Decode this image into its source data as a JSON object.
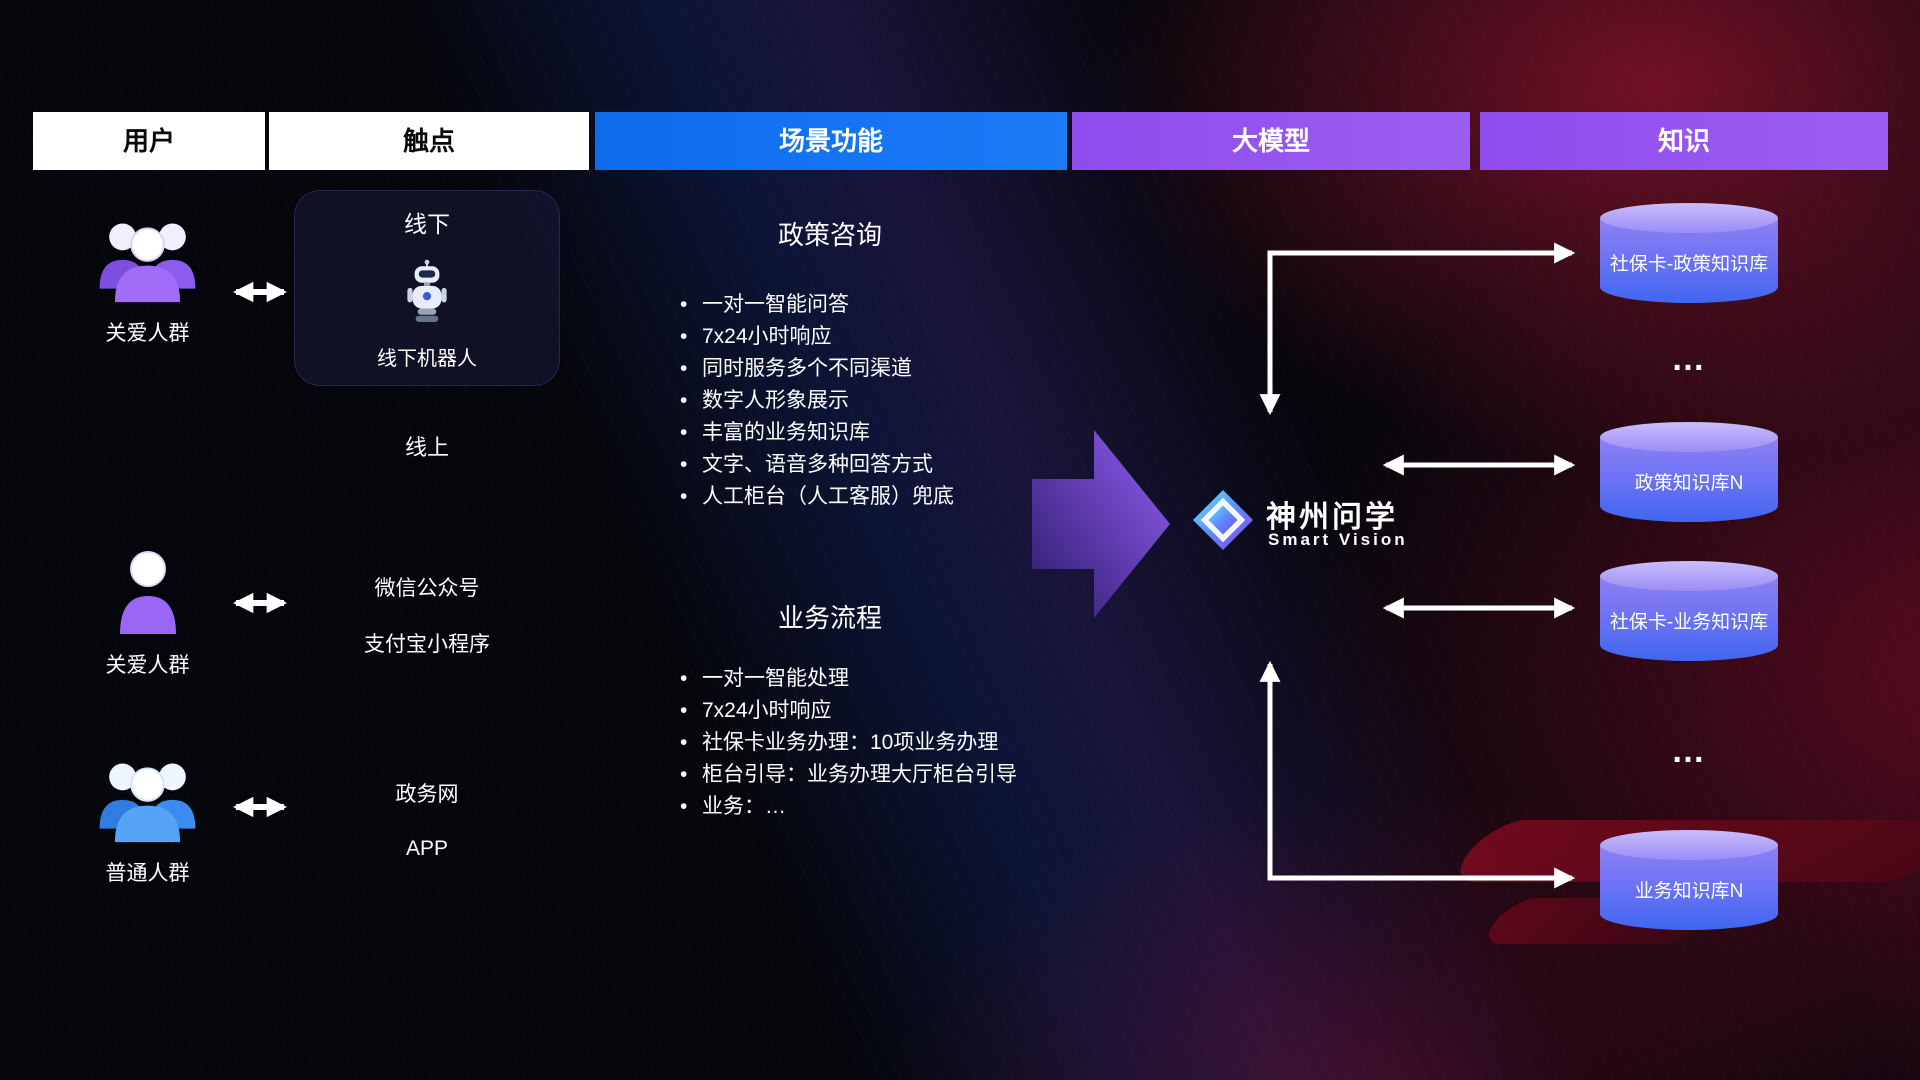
{
  "header": {
    "columns": [
      {
        "label": "用户"
      },
      {
        "label": "触点"
      },
      {
        "label": "场景功能"
      },
      {
        "label": "大模型"
      },
      {
        "label": "知识"
      }
    ]
  },
  "users": [
    {
      "label": "关爱人群",
      "icon": "users-group-icon",
      "color": "purple"
    },
    {
      "label": "关爱人群",
      "icon": "user-icon",
      "color": "purple"
    },
    {
      "label": "普通人群",
      "icon": "users-group-icon",
      "color": "blue"
    }
  ],
  "touchpoints": {
    "offline_title": "线下",
    "offline_robot_label": "线下机器人",
    "robot_icon": "robot-icon",
    "online_title": "线上",
    "channels": [
      "微信公众号",
      "支付宝小程序",
      "政务网",
      "APP"
    ]
  },
  "scenes": [
    {
      "title": "政策咨询",
      "items": [
        "一对一智能问答",
        "7x24小时响应",
        "同时服务多个不同渠道",
        "数字人形象展示",
        "丰富的业务知识库",
        "文字、语音多种回答方式",
        "人工柜台（人工客服）兜底"
      ]
    },
    {
      "title": "业务流程",
      "items": [
        "一对一智能处理",
        "7x24小时响应",
        "社保卡业务办理：10项业务办理",
        "柜台引导：业务办理大厅柜台引导",
        "业务：…"
      ]
    }
  ],
  "model": {
    "name": "神州问学",
    "subtitle": "Smart Vision",
    "logo_icon": "diamond-gem-icon"
  },
  "knowledge": {
    "items": [
      {
        "label": "社保卡-政策知识库",
        "type": "db"
      },
      {
        "label": "…",
        "type": "ellipsis"
      },
      {
        "label": "政策知识库N",
        "type": "db"
      },
      {
        "label": "社保卡-业务知识库",
        "type": "db"
      },
      {
        "label": "…",
        "type": "ellipsis"
      },
      {
        "label": "业务知识库N",
        "type": "db"
      }
    ]
  },
  "colors": {
    "header_blue": "#0d6cee",
    "header_purple": "#9353ee",
    "accent_purple": "#8b5cf6",
    "accent_blue": "#3b82f6",
    "cylinder_cap": "#b7aaf9",
    "cylinder_bottom": "#4066f0",
    "background_red_glow": "#8c1030",
    "text": "#ffffff"
  }
}
